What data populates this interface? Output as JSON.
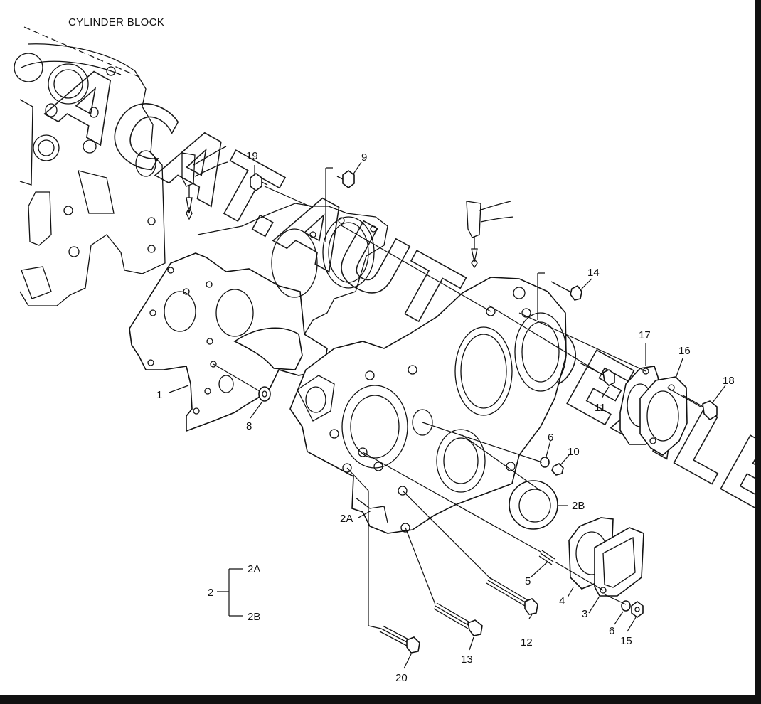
{
  "title": "CYLINDER BLOCK",
  "watermark": "ACAT.AUTODEALER.RU",
  "callouts": [
    {
      "id": "c1",
      "text": "1"
    },
    {
      "id": "c2",
      "text": "2"
    },
    {
      "id": "c2A",
      "text": "2A"
    },
    {
      "id": "c2B",
      "text": "2B"
    },
    {
      "id": "c2Ak",
      "text": "2A"
    },
    {
      "id": "c2Bk",
      "text": "2B"
    },
    {
      "id": "c3",
      "text": "3"
    },
    {
      "id": "c4",
      "text": "4"
    },
    {
      "id": "c5",
      "text": "5"
    },
    {
      "id": "c6a",
      "text": "6"
    },
    {
      "id": "c6b",
      "text": "6"
    },
    {
      "id": "c8",
      "text": "8"
    },
    {
      "id": "c9",
      "text": "9"
    },
    {
      "id": "c10",
      "text": "10"
    },
    {
      "id": "c11",
      "text": "11"
    },
    {
      "id": "c12",
      "text": "12"
    },
    {
      "id": "c13",
      "text": "13"
    },
    {
      "id": "c14",
      "text": "14"
    },
    {
      "id": "c15",
      "text": "15"
    },
    {
      "id": "c16",
      "text": "16"
    },
    {
      "id": "c17",
      "text": "17"
    },
    {
      "id": "c18",
      "text": "18"
    },
    {
      "id": "c19",
      "text": "19"
    },
    {
      "id": "c20",
      "text": "20"
    }
  ]
}
